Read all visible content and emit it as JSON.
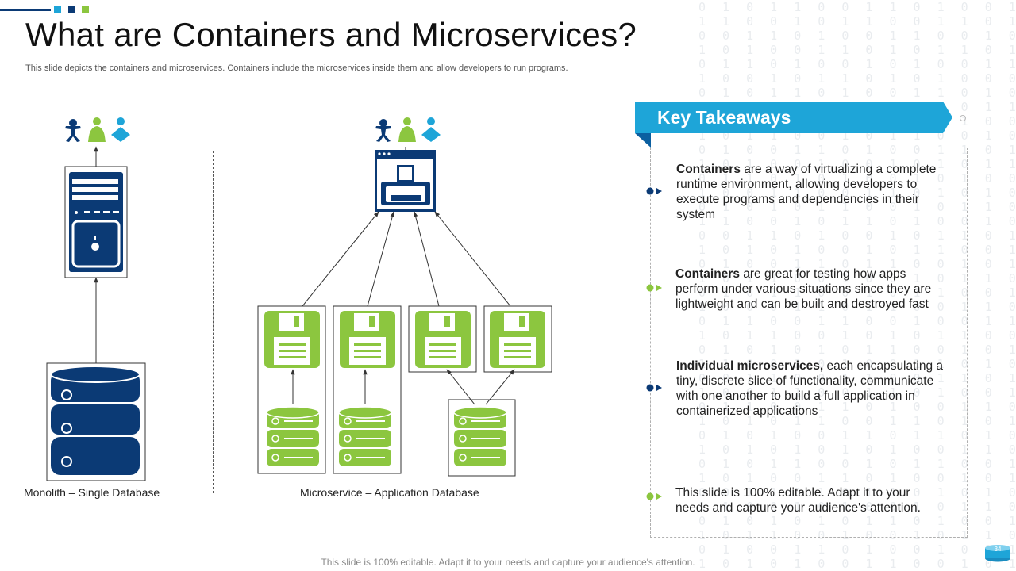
{
  "colors": {
    "navy": "#0b3a75",
    "green": "#8cc63f",
    "blue": "#1ea5d8",
    "accent_squares": [
      "#1ea5d8",
      "#0b3a75",
      "#8cc63f"
    ]
  },
  "header": {
    "title": "What are Containers and Microservices?",
    "subtitle": "This slide depicts the containers and microservices. Containers include the microservices inside them and allow developers to run programs."
  },
  "diagram": {
    "monolith_caption": "Monolith – Single Database",
    "microservice_caption": "Microservice – Application Database",
    "icons": [
      "users-icon",
      "server-tower-icon",
      "database-icon",
      "web-app-icon",
      "floppy-disk-icon",
      "database-icon"
    ]
  },
  "takeaways": {
    "title": "Key Takeaways",
    "items": [
      {
        "bold": "Containers",
        "text": " are a way of virtualizing a complete runtime environment, allowing developers to execute programs and dependencies in their system",
        "color": "#0b3a75"
      },
      {
        "bold": "Containers",
        "text": " are great for testing how apps perform under various situations since they are lightweight and can be built and destroyed fast",
        "color": "#8cc63f"
      },
      {
        "bold": "Individual microservices,",
        "text": " each encapsulating a tiny, discrete slice of functionality, communicate with one another to build a full application in containerized applications",
        "color": "#0b3a75"
      },
      {
        "bold": "",
        "text": "This slide is 100% editable. Adapt it to your needs and capture your audience's attention.",
        "color": "#8cc63f"
      }
    ]
  },
  "footer": {
    "text": "This slide is 100% editable. Adapt it to your needs and capture your audience's attention.",
    "page_number": "34"
  }
}
